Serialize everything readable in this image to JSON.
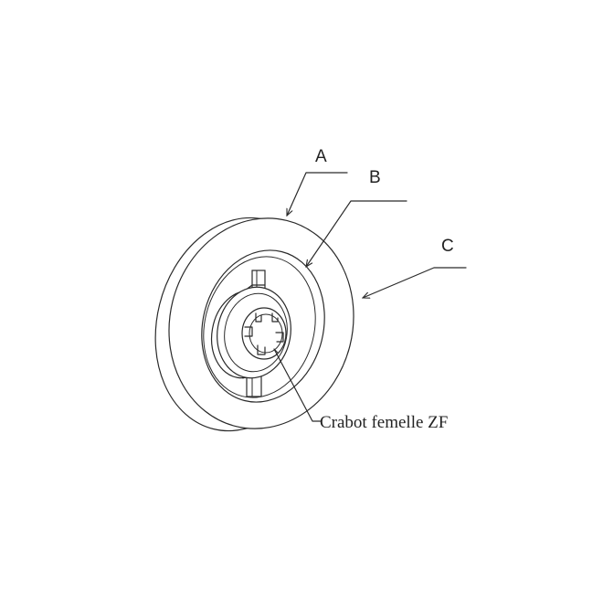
{
  "labels": {
    "a": "A",
    "b": "B",
    "c": "C",
    "part": "Crabot femelle ZF"
  },
  "colors": {
    "line": "#2a2a2a",
    "background": "#ffffff"
  }
}
